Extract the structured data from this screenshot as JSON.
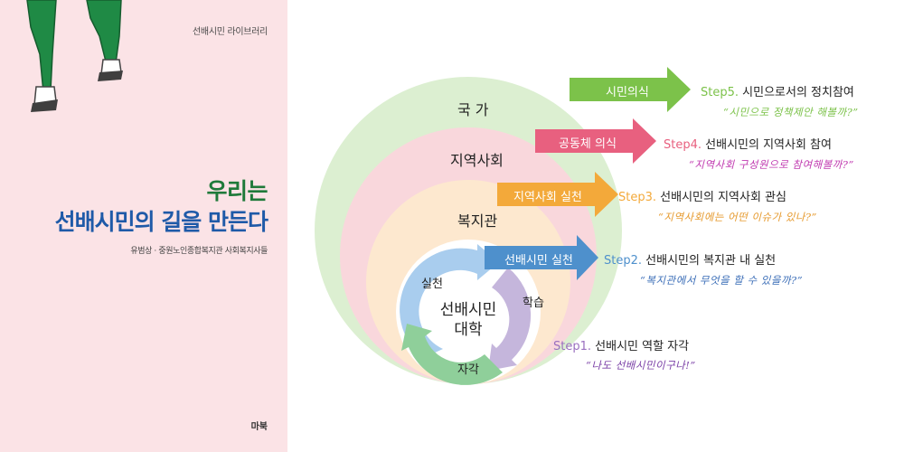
{
  "book": {
    "series": "선배시민 라이브러리",
    "title_line1": "우리는",
    "title_line2": "선배시민의 길을 만든다",
    "author": "유범상 · 중원노인종합복지관 사회복지사들",
    "publisher": "마북"
  },
  "diagram": {
    "levels": {
      "nation": "국 가",
      "community": "지역사회",
      "welfare_center": "복지관"
    },
    "center": {
      "line1": "선배시민",
      "line2": "대학"
    },
    "cycle": {
      "practice": "실천",
      "learning": "학습",
      "awareness": "자각"
    },
    "arrows": [
      {
        "text": "시민의식",
        "color": "#7cc24a"
      },
      {
        "text": "공동체 의식",
        "color": "#e8607f"
      },
      {
        "text": "지역사회 실천",
        "color": "#f3a93a"
      },
      {
        "text": "선배시민 실천",
        "color": "#4e90cc"
      }
    ],
    "steps": [
      {
        "num": "Step5.",
        "text": "시민으로서의 정치참여",
        "quote": "“시민으로 정책제안 해볼까?”",
        "color": "#7cc24a"
      },
      {
        "num": "Step4.",
        "text": "선배시민의 지역사회 참여",
        "quote": "“지역사회 구성원으로 참여해볼까?”",
        "color": "#e8607f"
      },
      {
        "num": "Step3.",
        "text": "선배시민의 지역사회 관심",
        "quote": "“지역사회에는 어떤 이슈가 있나?”",
        "color": "#f3a93a"
      },
      {
        "num": "Step2.",
        "text": "선배시민의 복지관 내 실천",
        "quote": "“복지관에서 무엇을 할 수 있을까?”",
        "color": "#4e90cc"
      },
      {
        "num": "Step1.",
        "text": "선배시민 역할 자각",
        "quote": "“나도 선배시민이구나!”",
        "color": "#9a6fbf"
      }
    ]
  }
}
